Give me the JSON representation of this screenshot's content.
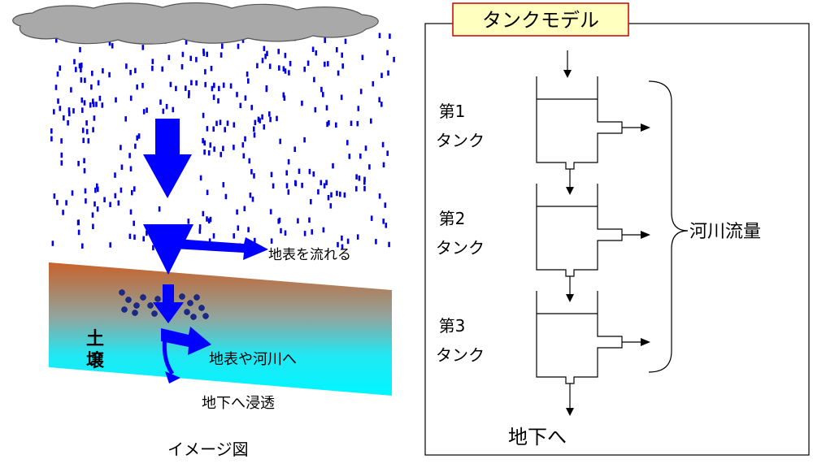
{
  "image": {
    "labels": {
      "surface_flow": "地表を流れる",
      "soil_flow": "地表や河川へ",
      "infiltration": "地下へ浸透",
      "soil": "土\n壌",
      "caption": "イメージ図"
    }
  },
  "model": {
    "title": "タンクモデル",
    "tanks": [
      {
        "line1": "第1",
        "line2": "タンク"
      },
      {
        "line1": "第2",
        "line2": "タンク"
      },
      {
        "line1": "第3",
        "line2": "タンク"
      }
    ],
    "river_flow": "河川流量",
    "groundwater": "地下へ"
  },
  "colors": {
    "cloud": "#a9a9a9",
    "rain": "#0000e0",
    "arrow": "#0000ff",
    "soil_top": "#c8622b",
    "soil_bottom": "#00f0ff",
    "title_box": "#ffffc0",
    "title_border": "#cc0000"
  }
}
